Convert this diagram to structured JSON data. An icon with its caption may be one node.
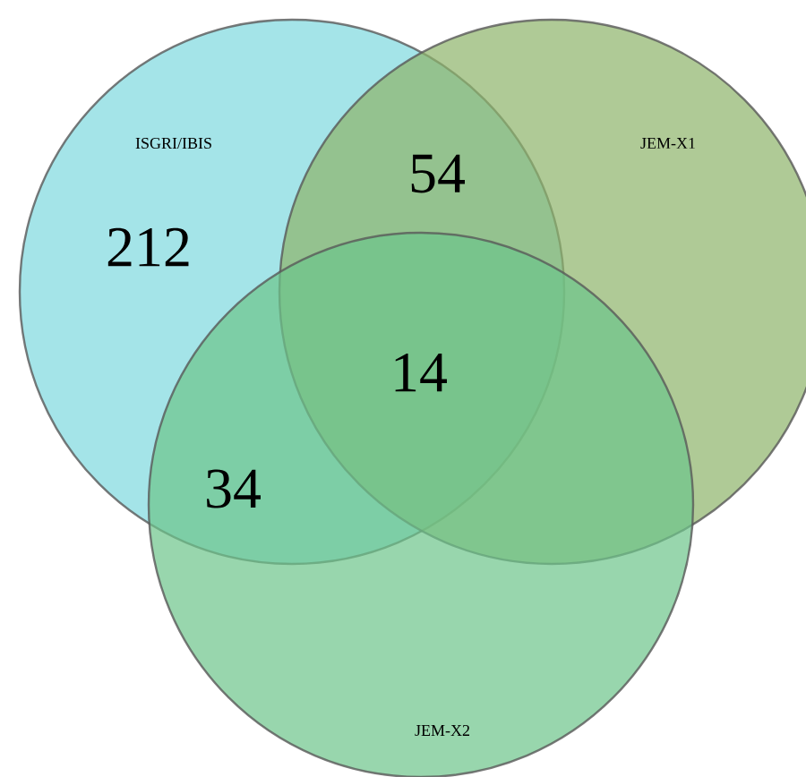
{
  "diagram": {
    "nodes": [
      {
        "text": [
          "ISGRI/IBIS"
        ]
      },
      {
        "text": [
          "JEM-X1"
        ]
      },
      {
        "text": [
          "JEM-X2"
        ]
      }
    ],
    "labels": [
      "212",
      "54",
      "14",
      "34"
    ]
  }
}
